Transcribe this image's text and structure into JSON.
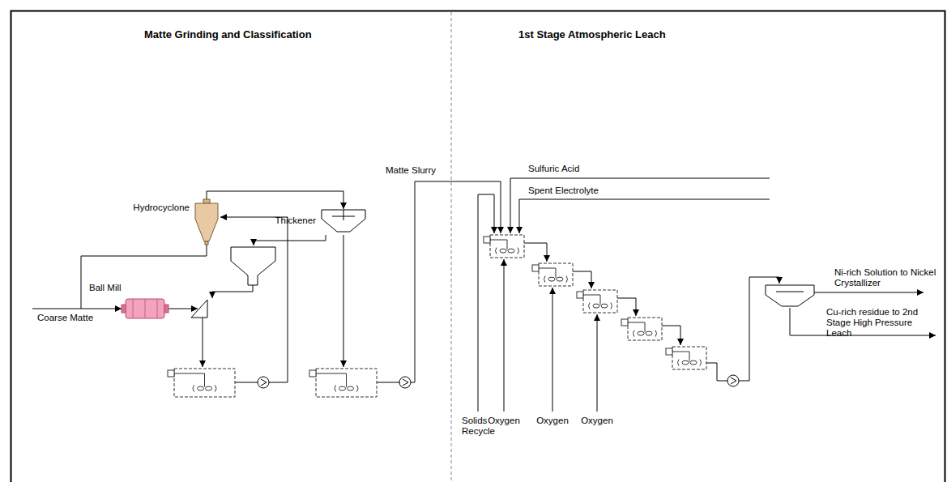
{
  "diagram": {
    "nodes": [
      {
        "text": [
          "Hydrocyclone"
        ]
      },
      {
        "text": [
          "Ball Mill"
        ]
      },
      {
        "text": [
          "Thickener"
        ]
      }
    ],
    "edges": [
      {
        "from": 0,
        "to": 1,
        "arrow": "to"
      },
      {
        "from": 0,
        "to": 2,
        "arrow": "to"
      }
    ],
    "labels": [
      "Matte Grinding and Classification",
      "1st Stage Atmospheric Leach",
      "Coarse Matte",
      "Matte Slurry",
      "Sulfuric Acid",
      "Spent Electrolyte",
      "Oxygen",
      "Oxygen",
      "Oxygen",
      "Solids Recycle",
      "Ni-rich Solution to Nickel Crystallizer",
      "Cu-rich residue to 2nd Stage High Pressure Leach"
    ]
  }
}
